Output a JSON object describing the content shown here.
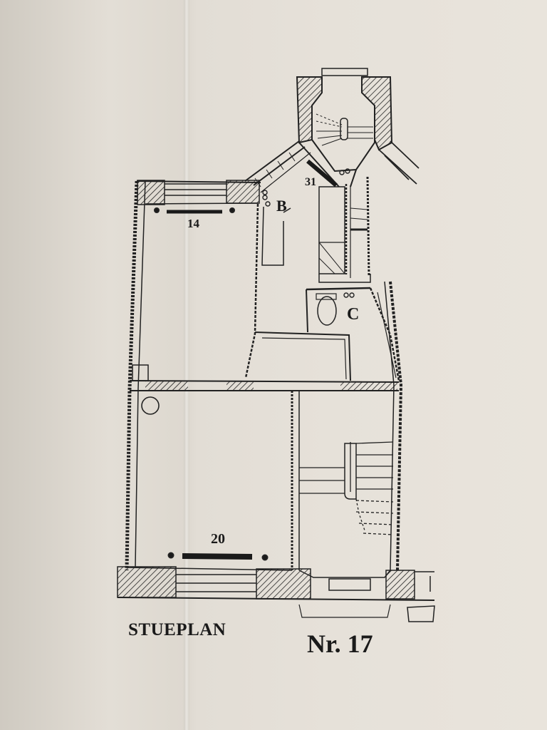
{
  "plan": {
    "title": "STUEPLAN",
    "number": "Nr. 17"
  },
  "rooms": {
    "upper_left": "14",
    "lower_left": "20",
    "bay": "31",
    "room_b": "B",
    "room_c": "C"
  },
  "colors": {
    "paper": "#e6e1d9",
    "ink": "#1a1a1a"
  }
}
